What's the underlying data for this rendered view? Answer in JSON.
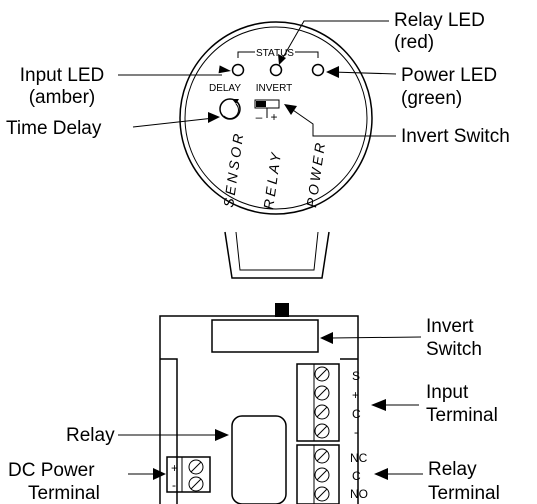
{
  "top_device": {
    "status_label": "STATUS",
    "delay_label": "DELAY",
    "invert_label": "INVERT",
    "switch_minus": "–",
    "switch_plus": "+",
    "vertical_labels": [
      "SENSOR",
      "RELAY",
      "POWER"
    ]
  },
  "callouts": {
    "input_led": [
      "Input LED",
      "(amber)"
    ],
    "relay_led": [
      "Relay LED",
      "(red)"
    ],
    "power_led": [
      "Power LED",
      "(green)"
    ],
    "time_delay": "Time Delay",
    "invert_switch_top": "Invert Switch",
    "invert_switch_bottom": [
      "Invert",
      "Switch"
    ],
    "input_terminal": [
      "Input",
      "Terminal"
    ],
    "relay": "Relay",
    "dc_power_terminal": [
      "DC Power",
      "Terminal"
    ],
    "relay_terminal": [
      "Relay",
      "Terminal"
    ]
  },
  "bottom_board": {
    "input_terminal_pins": [
      "S",
      "+",
      "C",
      "-"
    ],
    "relay_terminal_pins": [
      "NC",
      "C",
      "NO"
    ],
    "dc_pins": [
      "+",
      "-"
    ]
  }
}
